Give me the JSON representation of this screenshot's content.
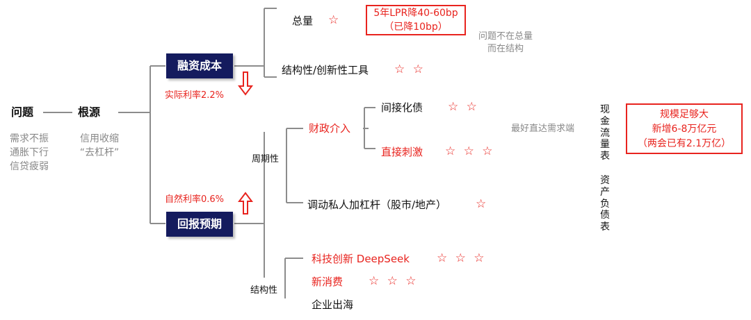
{
  "root": {
    "problem": "问题",
    "source": "根源"
  },
  "problem_desc": [
    "需求不振",
    "通胀下行",
    "信贷疲弱"
  ],
  "source_desc": [
    "信用收缩",
    "“去杠杆”"
  ],
  "financing": {
    "box": "融资成本",
    "rate": "实际利率2.2%",
    "total": {
      "label": "总量",
      "stars": "☆"
    },
    "structural": {
      "label": "结构性/创新性工具",
      "stars": "☆ ☆"
    },
    "lpr_box": [
      "5年LPR降40-60bp",
      "（已降10bp）"
    ],
    "note": [
      "问题不在总量",
      "而在结构"
    ]
  },
  "expectation": {
    "box": "回报预期",
    "rate": "自然利率0.6%",
    "cyclical": {
      "label": "周期性",
      "fiscal": {
        "label": "财政介入",
        "indirect": {
          "label": "间接化债",
          "stars": "☆ ☆"
        },
        "direct": {
          "label": "直接刺激",
          "stars": "☆ ☆ ☆"
        }
      },
      "leverage": {
        "label": "调动私人加杠杆（股市/地产）",
        "stars": "☆"
      }
    },
    "structural": {
      "label": "结构性",
      "tech": {
        "label": "科技创新 DeepSeek",
        "stars": "☆ ☆ ☆"
      },
      "consumption": {
        "label": "新消费",
        "stars": "☆ ☆ ☆"
      },
      "overseas": {
        "label": "企业出海"
      }
    }
  },
  "demand_note": "最好直达需求端",
  "cashflow": "现金流量表",
  "balance_sheet": "资产负债表",
  "scale_box": [
    "规模足够大",
    "新增6-8万亿元",
    "（两会已有2.1万亿）"
  ],
  "colors": {
    "navy": "#141b5e",
    "red": "#e8231e",
    "gray": "#888888",
    "line": "#8c8c8c"
  }
}
